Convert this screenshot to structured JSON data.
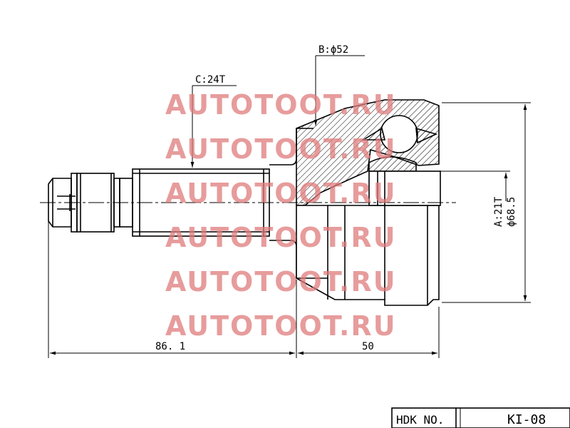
{
  "labels": {
    "spline_c": "C:24T",
    "diameter_b": "B:ϕ52",
    "spline_a": "A:21T",
    "diameter_outer": "ϕ68.5",
    "length_shaft": "86. 1",
    "length_body": "50"
  },
  "title_block": {
    "key": "HDK NO.",
    "part_no": "KI-08"
  },
  "watermark": {
    "text": "AUTOTOOT.RU"
  }
}
